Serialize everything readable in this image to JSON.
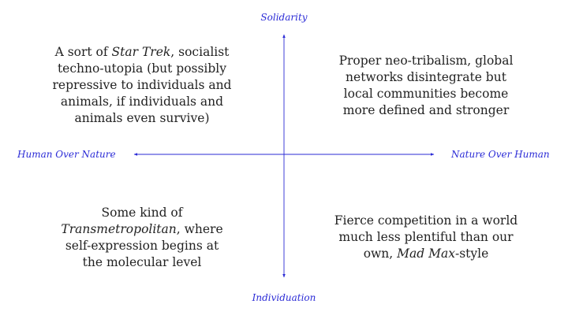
{
  "axis_color": "#2b2bd6",
  "text_color": "#222222",
  "axes": {
    "top": "Solidarity",
    "bottom": "Individuation",
    "left": "Human Over Nature",
    "right": "Nature Over Human"
  },
  "quadrants": {
    "top_left": {
      "text": "A sort of Star Trek, socialist techno-utopia (but possibly repressive to individuals and animals, if individuals and animals even survive)",
      "segments": [
        {
          "text": "A sort of ",
          "italic": false
        },
        {
          "text": "Star Trek",
          "italic": true
        },
        {
          "text": ", socialist techno-utopia (but possibly repressive to individuals and animals, if individuals and animals even survive)",
          "italic": false
        }
      ]
    },
    "top_right": {
      "text": "Proper neo-tribalism, global networks disintegrate but local communities become more defined and stronger",
      "segments": [
        {
          "text": "Proper neo-tribalism, global networks disintegrate but local communities become more defined and stronger",
          "italic": false
        }
      ]
    },
    "bottom_left": {
      "text": "Some kind of Transmetropolitan, where self-expression begins at the molecular level",
      "segments": [
        {
          "text": "Some kind of ",
          "italic": false
        },
        {
          "text": "Transmetropolitan",
          "italic": true
        },
        {
          "text": ", where self-expression begins at the molecular level",
          "italic": false
        }
      ]
    },
    "bottom_right": {
      "text": "Fierce competition in a world much less plentiful than our own, Mad Max-style",
      "segments": [
        {
          "text": "Fierce competition in a world much less plentiful than our own, ",
          "italic": false
        },
        {
          "text": "Mad Max",
          "italic": true
        },
        {
          "text": "-style",
          "italic": false
        }
      ]
    }
  }
}
